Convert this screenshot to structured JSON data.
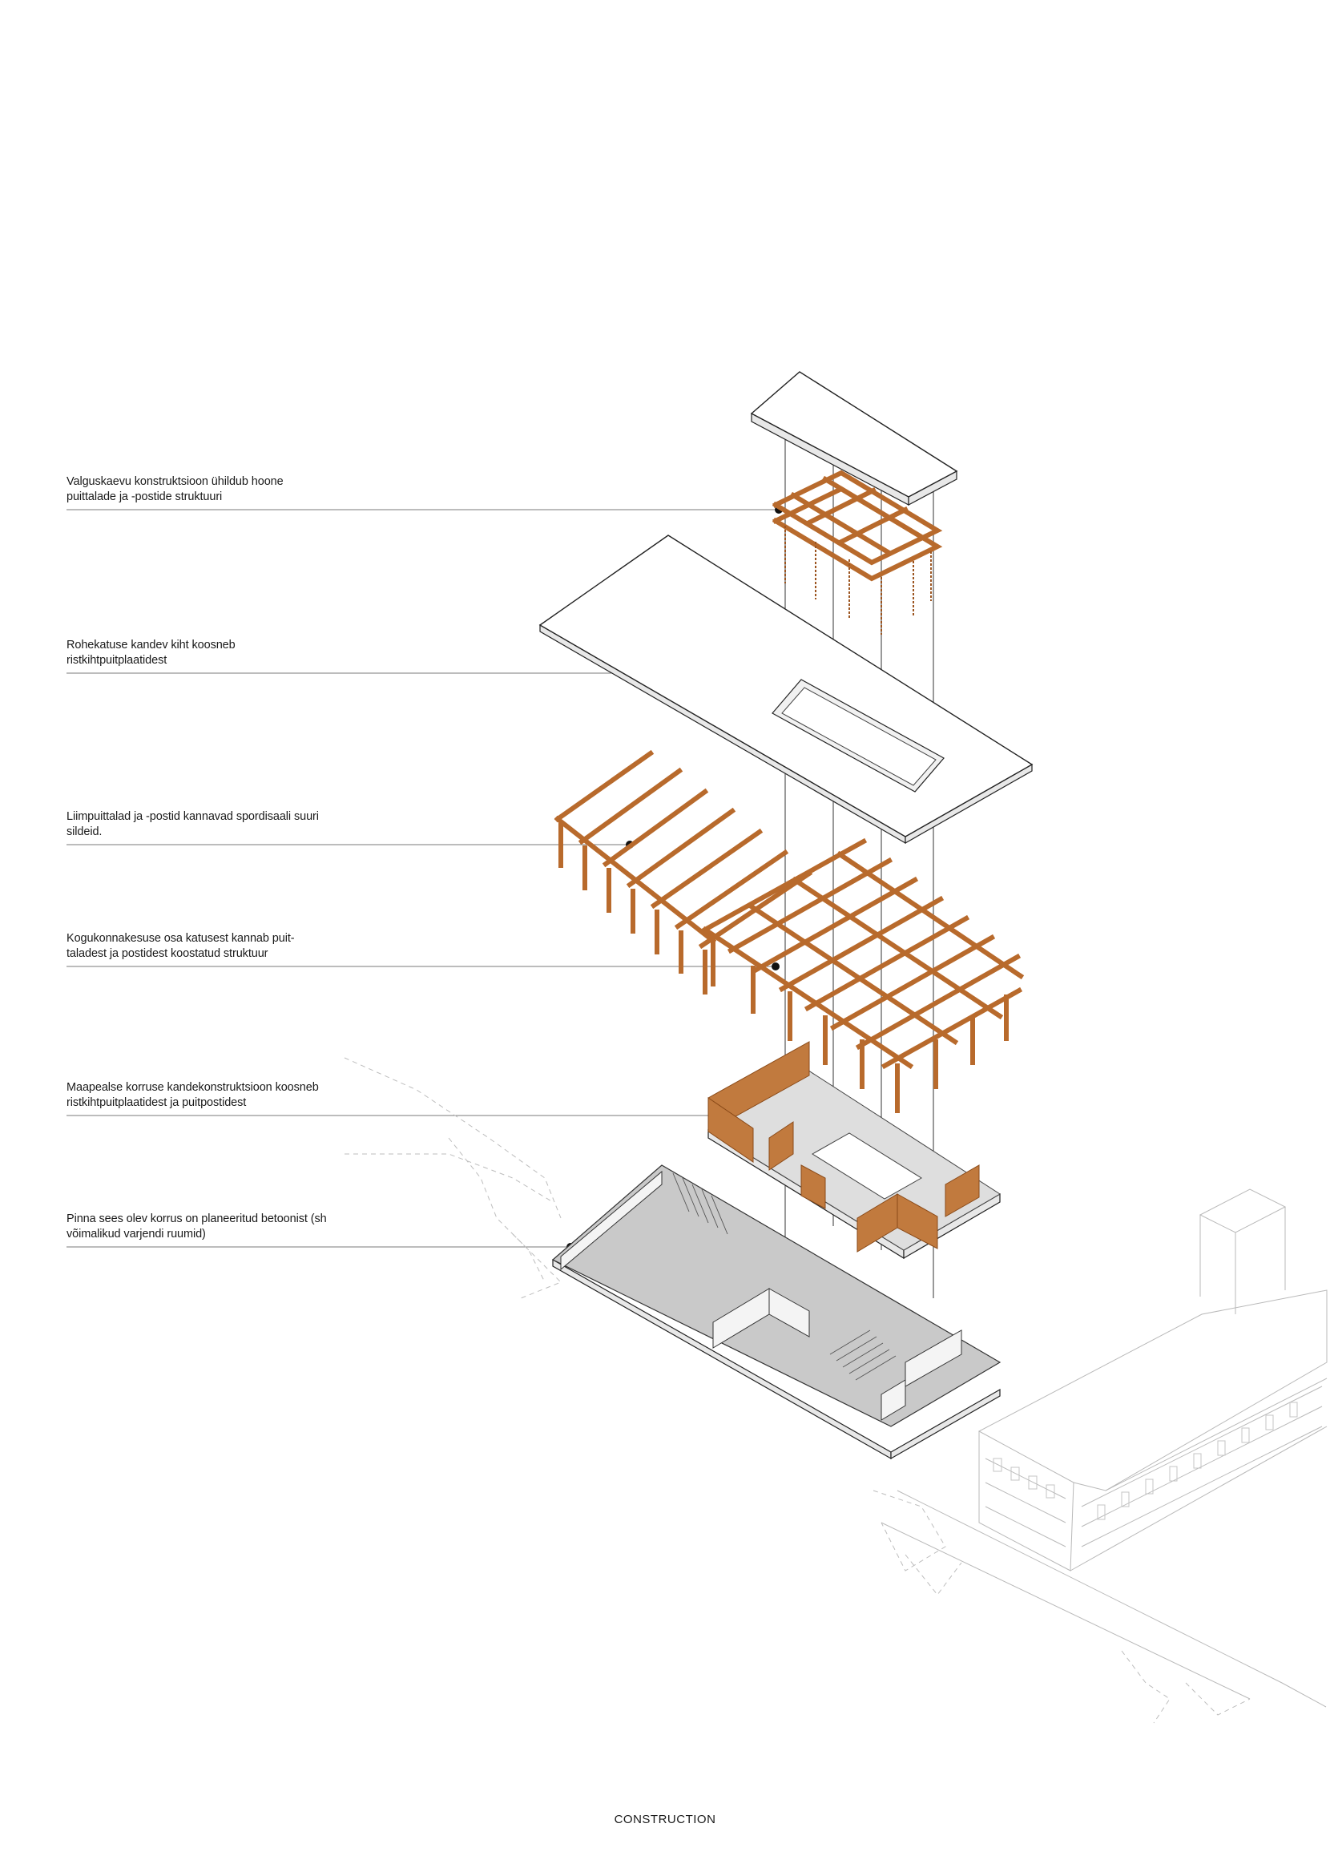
{
  "annotations": [
    {
      "id": "light-well",
      "lines": [
        "Valguskaevu konstruktsioon ühildub hoone",
        "puittalade ja -postide struktuuri"
      ]
    },
    {
      "id": "green-roof",
      "lines": [
        "Rohekatuse kandev kiht koosneb",
        "ristkihtpuitplaatidest"
      ]
    },
    {
      "id": "glulam-beams",
      "lines": [
        "Liimpuittalad ja -postid kannavad spordisaali suuri",
        "sildeid."
      ]
    },
    {
      "id": "community-roof",
      "lines": [
        "Kogukonnakesuse osa katusest kannab puit-",
        "taladest ja postidest koostatud struktuur"
      ]
    },
    {
      "id": "ground-floor",
      "lines": [
        "Maapealse korruse kandekonstruktsioon koosneb",
        "ristkihtpuitplaatidest ja puitpostidest"
      ]
    },
    {
      "id": "underground-floor",
      "lines": [
        "Pinna sees olev korrus on planeeritud betoonist (sh",
        "võimalikud varjendi ruumid)"
      ]
    }
  ],
  "caption": "CONSTRUCTION",
  "colors": {
    "timber": "#c17a3e",
    "timber_dark": "#8a4a18",
    "concrete": "#c9c9c9",
    "linework": "#222222",
    "context_lines": "#b9b9b9"
  }
}
